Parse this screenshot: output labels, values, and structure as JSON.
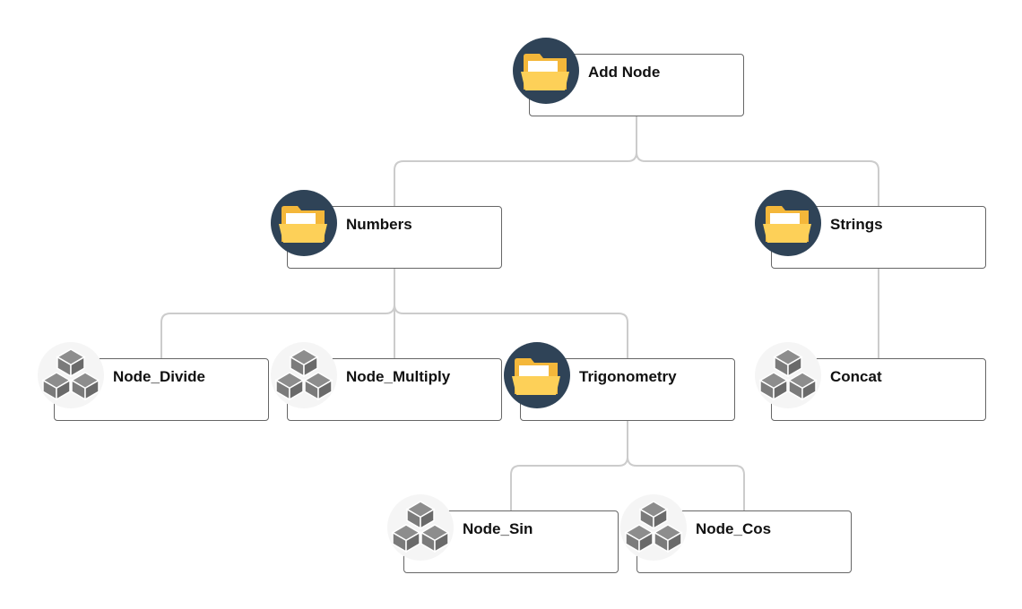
{
  "diagram": {
    "type": "tree",
    "colors": {
      "connector": "#cccccc",
      "border": "#666666",
      "folder_circle": "#2f4357",
      "folder_back": "#f4b73a",
      "folder_front": "#fdd058",
      "folder_paper": "#ffffff",
      "cube_light": "#8d8d8d",
      "cube_dark": "#6a6a6a",
      "cube_mid": "#7b7b7b"
    },
    "nodes": [
      {
        "id": "add-node",
        "label": "Add Node",
        "icon": "folder-icon",
        "parent": null
      },
      {
        "id": "numbers",
        "label": "Numbers",
        "icon": "folder-icon",
        "parent": "add-node"
      },
      {
        "id": "strings",
        "label": "Strings",
        "icon": "folder-icon",
        "parent": "add-node"
      },
      {
        "id": "node-divide",
        "label": "Node_Divide",
        "icon": "cubes-icon",
        "parent": "numbers"
      },
      {
        "id": "node-multiply",
        "label": "Node_Multiply",
        "icon": "cubes-icon",
        "parent": "numbers"
      },
      {
        "id": "trigonometry",
        "label": "Trigonometry",
        "icon": "folder-icon",
        "parent": "numbers"
      },
      {
        "id": "concat",
        "label": "Concat",
        "icon": "cubes-icon",
        "parent": "strings"
      },
      {
        "id": "node-sin",
        "label": "Node_Sin",
        "icon": "cubes-icon",
        "parent": "trigonometry"
      },
      {
        "id": "node-cos",
        "label": "Node_Cos",
        "icon": "cubes-icon",
        "parent": "trigonometry"
      }
    ]
  }
}
